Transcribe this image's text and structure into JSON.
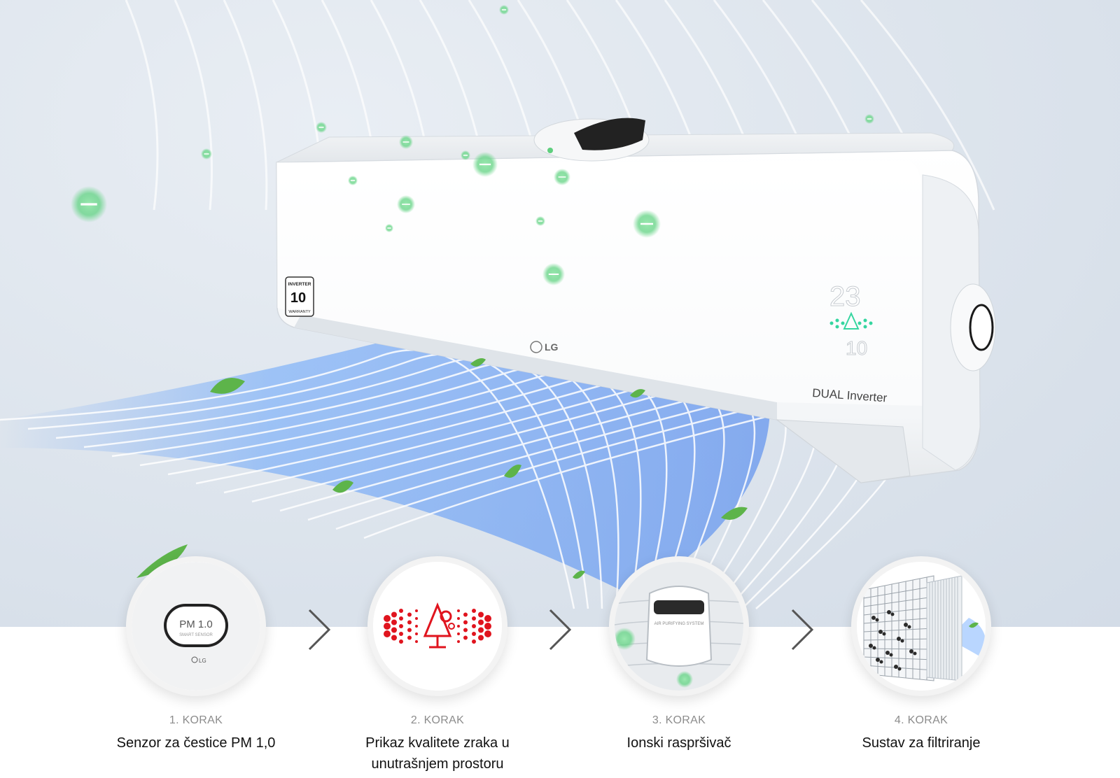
{
  "product": {
    "brand": "LG",
    "model_badge": "DUAL Inverter",
    "display_temp": "23",
    "display_pm": "10",
    "warranty_top": "INVERTER",
    "warranty_year": "10",
    "warranty_bottom": "WARRANTY",
    "sensor_label": "PM 1.0",
    "purifier_label": "AIR PURIFYING SYSTEM"
  },
  "steps": [
    {
      "number": "1. KORAK",
      "title": "Senzor za čestice PM 1,0",
      "icon": "pm-sensor-icon"
    },
    {
      "number": "2. KORAK",
      "title": "Prikaz kvalitete zraka u unutrašnjem prostoru",
      "icon": "air-quality-display-icon"
    },
    {
      "number": "3. KORAK",
      "title": "Ionski raspršivač",
      "icon": "ionizer-icon"
    },
    {
      "number": "4. KORAK",
      "title": "Sustav za filtriranje",
      "icon": "filter-system-icon"
    }
  ],
  "sensor_sub": "SMART SENSOR",
  "colors": {
    "accent_red": "#e0141e",
    "ion_green": "#5fcf7e",
    "airflow_blue": "#3d8dff"
  }
}
